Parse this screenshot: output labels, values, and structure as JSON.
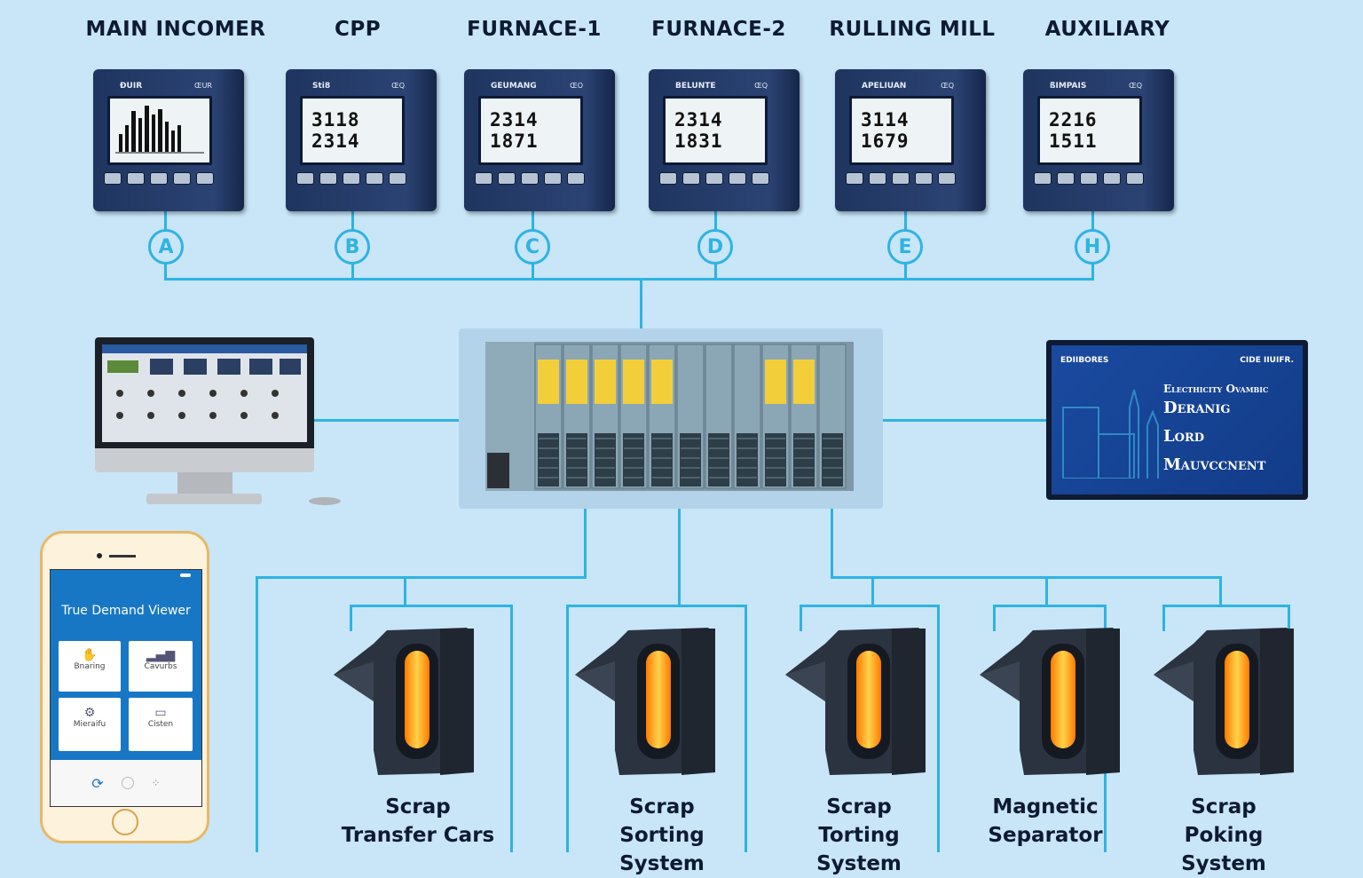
{
  "meters": [
    {
      "title": "MAIN INCOMER",
      "label": "A",
      "display": "bar-chart"
    },
    {
      "title": "CPP",
      "label": "B",
      "reading1": "3118",
      "reading2": "2314"
    },
    {
      "title": "FURNACE-1",
      "label": "C",
      "reading1": "2314",
      "reading2": "1871"
    },
    {
      "title": "FURNACE-2",
      "label": "D",
      "reading1": "2314",
      "reading2": "1831"
    },
    {
      "title": "RULLING MILL",
      "label": "E",
      "reading1": "3114",
      "reading2": "1679"
    },
    {
      "title": "AUXILIARY",
      "label": "H",
      "reading1": "2216",
      "reading2": "1511"
    }
  ],
  "dashboard": {
    "corner_left": "EDIIBORES",
    "corner_right": "CIDE IIUIFR.",
    "line1": "Electhicity Ovambic",
    "line2": "Deranig",
    "line3": "Lord",
    "line4": "Mauvccnent"
  },
  "phone": {
    "title": "True Demand Viewer",
    "tiles": [
      {
        "label": "Bnaring",
        "icon": "hand-icon"
      },
      {
        "label": "Cavurbs",
        "icon": "signal-bars-icon"
      },
      {
        "label": "Mieraifu",
        "icon": "device-icon"
      },
      {
        "label": "Cisten",
        "icon": "card-icon"
      }
    ]
  },
  "systems": [
    "Scrap Transfer Cars",
    "Scrap Sorting System",
    "Scrap Torting System",
    "Magnetic Separator",
    "Scrap Poking System"
  ],
  "colors": {
    "background": "#c8e6f8",
    "connector": "#2fb3e3",
    "meter_body": "#243b6a",
    "dashboard": "#143f8f",
    "phone_header": "#1877c5",
    "plc_module_yellow": "#f2cf3a",
    "heater_glow": "#ff9a1a"
  }
}
